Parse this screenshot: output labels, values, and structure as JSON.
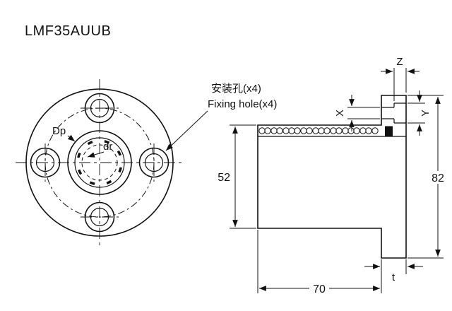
{
  "title": "LMF35AUUB",
  "annotation": {
    "cn": "安装孔(x4)",
    "en": "Fixing hole(x4)"
  },
  "front_view": {
    "pitch_circle_label": "Dp",
    "shaft_bore_label": "dr"
  },
  "side_view": {
    "dim_body_height": "52",
    "dim_flange_height": "82",
    "dim_length": "70",
    "dim_flange_thickness": "t",
    "dim_hole_x": "X",
    "dim_hole_y": "Y",
    "dim_hole_z": "Z"
  },
  "colors": {
    "line": "#111111",
    "background": "#ffffff"
  }
}
